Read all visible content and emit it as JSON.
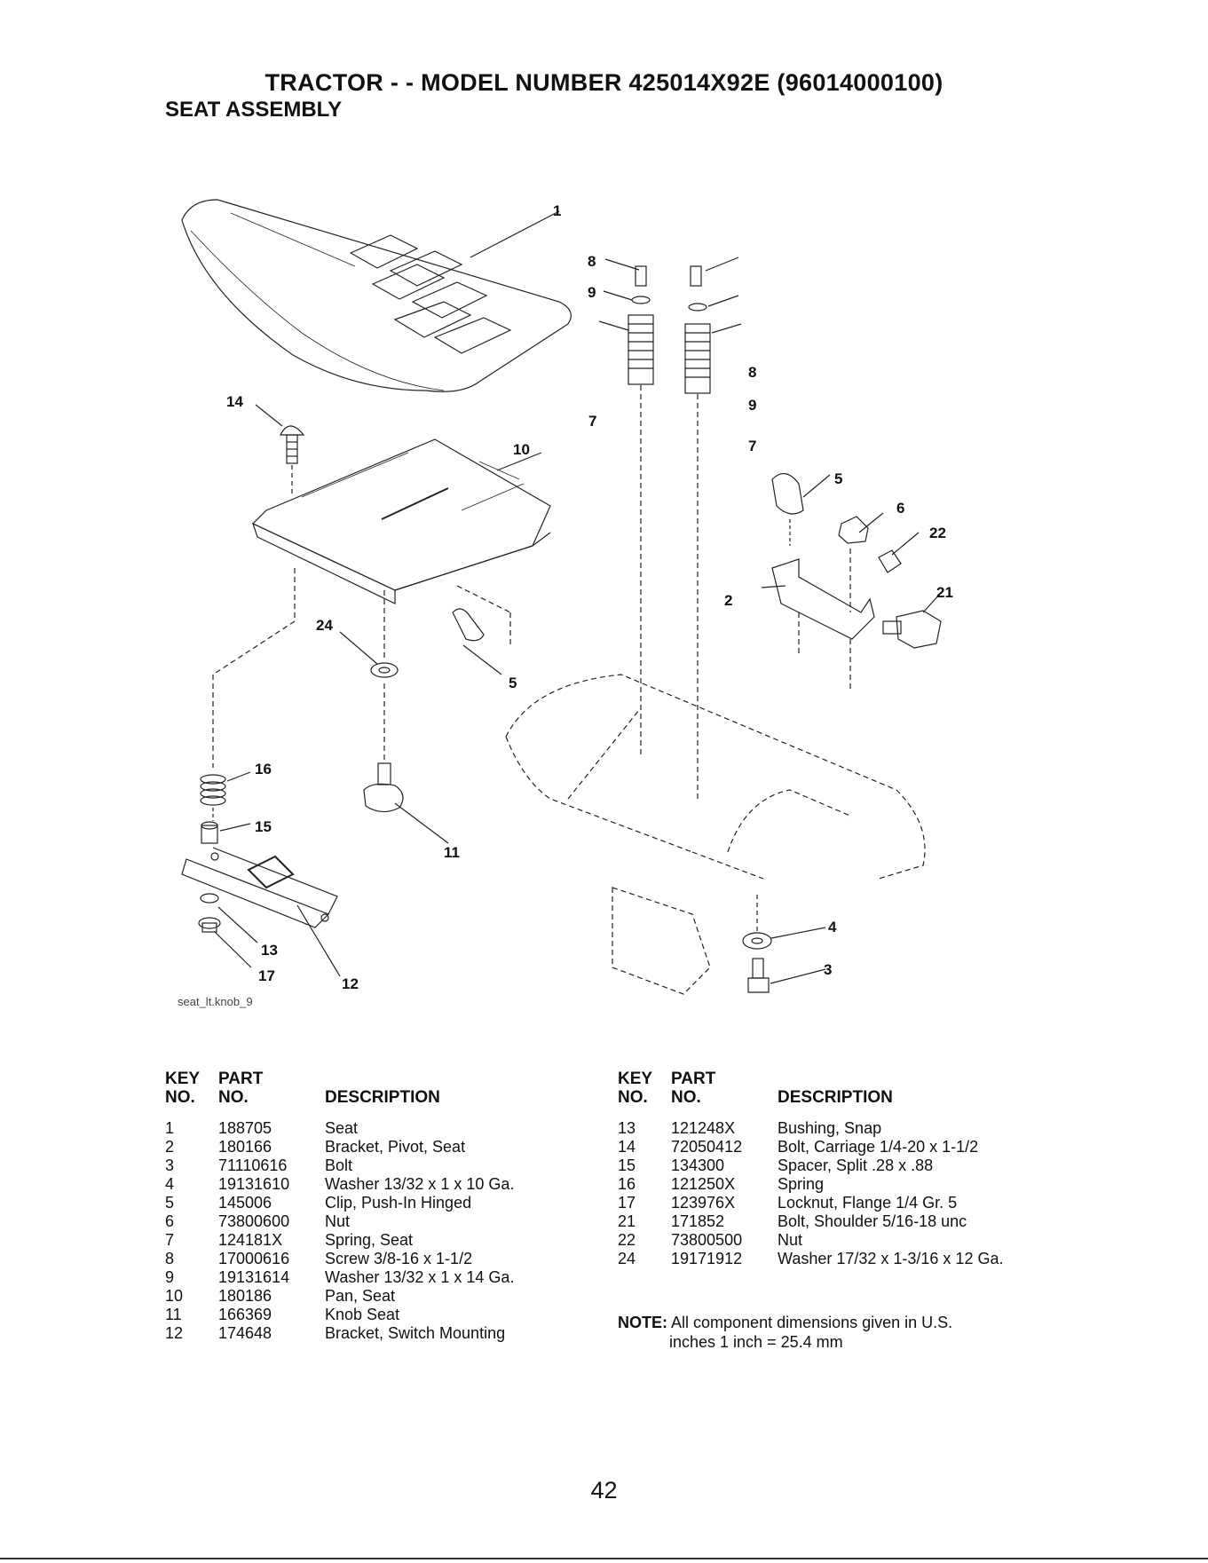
{
  "header": {
    "title": "TRACTOR - - MODEL NUMBER  425014X92E (96014000100)",
    "subtitle": "SEAT ASSEMBLY"
  },
  "diagram": {
    "caption": "seat_lt.knob_9",
    "callouts": [
      "1",
      "14",
      "10",
      "8",
      "9",
      "7",
      "8",
      "9",
      "7",
      "5",
      "6",
      "22",
      "21",
      "2",
      "24",
      "5",
      "16",
      "15",
      "11",
      "13",
      "17",
      "12",
      "4",
      "3"
    ]
  },
  "table_left": {
    "header": {
      "key": "KEY\nNO.",
      "part": "PART\nNO.",
      "desc": "DESCRIPTION"
    },
    "rows": [
      {
        "key": "1",
        "part": "188705",
        "desc": "Seat"
      },
      {
        "key": "2",
        "part": "180166",
        "desc": "Bracket, Pivot, Seat"
      },
      {
        "key": "3",
        "part": "71110616",
        "desc": "Bolt"
      },
      {
        "key": "4",
        "part": "19131610",
        "desc": "Washer  13/32 x 1 x 10 Ga."
      },
      {
        "key": "5",
        "part": "145006",
        "desc": "Clip, Push-In  Hinged"
      },
      {
        "key": "6",
        "part": "73800600",
        "desc": "Nut"
      },
      {
        "key": "7",
        "part": "124181X",
        "desc": "Spring, Seat"
      },
      {
        "key": "8",
        "part": "17000616",
        "desc": "Screw  3/8-16 x 1-1/2"
      },
      {
        "key": "9",
        "part": "19131614",
        "desc": "Washer  13/32 x 1 x 14 Ga."
      },
      {
        "key": "10",
        "part": "180186",
        "desc": "Pan, Seat"
      },
      {
        "key": "11",
        "part": "166369",
        "desc": "Knob Seat"
      },
      {
        "key": "12",
        "part": "174648",
        "desc": "Bracket, Switch Mounting"
      }
    ]
  },
  "table_right": {
    "header": {
      "key": "KEY\nNO.",
      "part": "PART\nNO.",
      "desc": "DESCRIPTION"
    },
    "rows": [
      {
        "key": "13",
        "part": "121248X",
        "desc": "Bushing, Snap"
      },
      {
        "key": "14",
        "part": "72050412",
        "desc": "Bolt, Carriage  1/4-20 x 1-1/2"
      },
      {
        "key": "15",
        "part": "134300",
        "desc": "Spacer, Split .28 x .88"
      },
      {
        "key": "16",
        "part": "121250X",
        "desc": "Spring"
      },
      {
        "key": "17",
        "part": "123976X",
        "desc": "Locknut, Flange  1/4 Gr. 5"
      },
      {
        "key": "21",
        "part": "171852",
        "desc": "Bolt, Shoulder  5/16-18 unc"
      },
      {
        "key": "22",
        "part": "73800500",
        "desc": "Nut"
      },
      {
        "key": "24",
        "part": "19171912",
        "desc": "Washer  17/32 x 1-3/16 x 12 Ga."
      }
    ]
  },
  "note": {
    "label": "NOTE:",
    "line1": "All component dimensions given in U.S.",
    "line2": "inches 1 inch = 25.4 mm"
  },
  "footer": {
    "page_number": "42"
  }
}
